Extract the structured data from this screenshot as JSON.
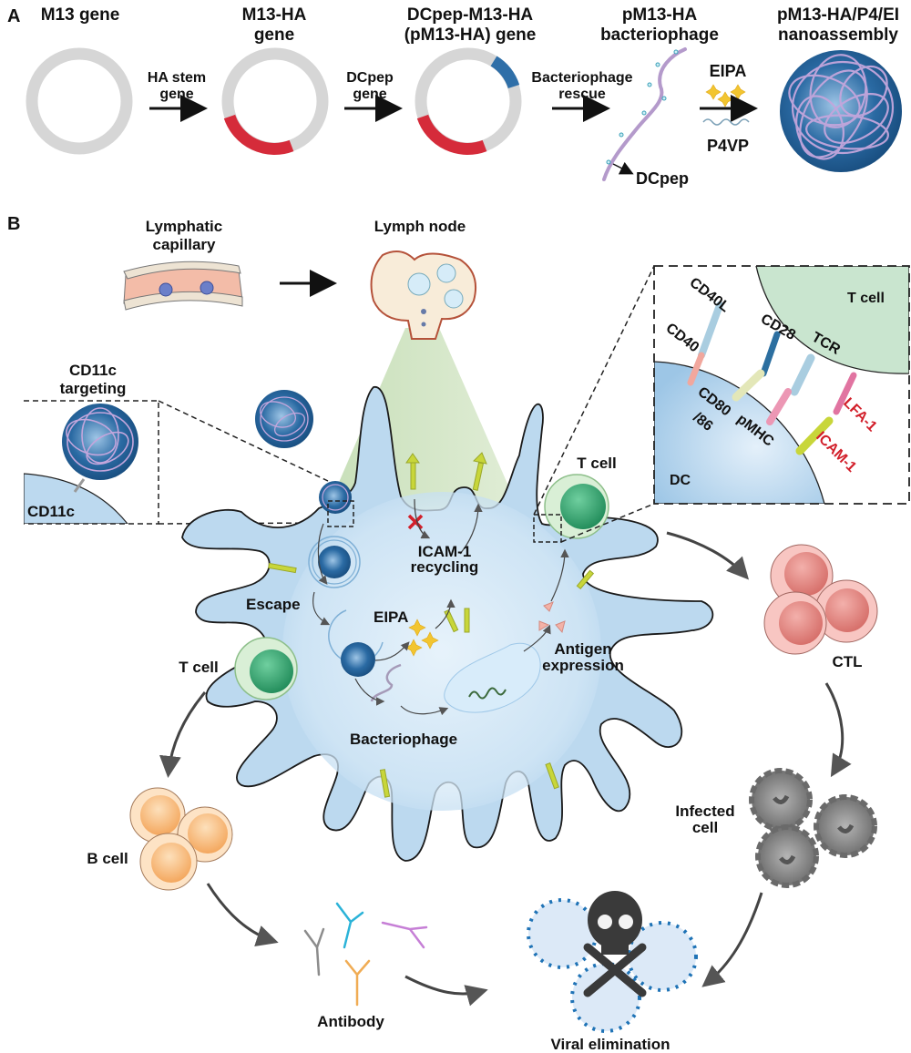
{
  "panel_a": {
    "letter": "A",
    "steps": [
      {
        "title_lines": [
          "M13 gene"
        ]
      },
      {
        "title_lines": [
          "M13-HA",
          "gene"
        ]
      },
      {
        "title_lines": [
          "DCpep-M13-HA",
          "(pM13-HA) gene"
        ]
      },
      {
        "title_lines": [
          "pM13-HA",
          "bacteriophage"
        ]
      },
      {
        "title_lines": [
          "pM13-HA/P4/EI",
          "nanoassembly"
        ]
      }
    ],
    "arrows": [
      {
        "label_lines": [
          "HA stem",
          "gene"
        ]
      },
      {
        "label_lines": [
          "DCpep",
          "gene"
        ]
      },
      {
        "label_lines": [
          "Bacteriophage",
          "rescue"
        ]
      },
      {
        "label_top": "EIPA",
        "label_bottom": "P4VP"
      }
    ],
    "dcpep_pointer": "DCpep"
  },
  "panel_b": {
    "letter": "B",
    "lymphatic_capillary": [
      "Lymphatic",
      "capillary"
    ],
    "lymph_node": "Lymph node",
    "cd11c_targeting": [
      "CD11c",
      "targeting"
    ],
    "cd11c": "CD11c",
    "inset": {
      "t_cell": "T cell",
      "dc": "DC",
      "receptors": {
        "cd40l": "CD40L",
        "cd40": "CD40",
        "cd28": "CD28",
        "tcr": "TCR",
        "cd80": "CD80",
        "cd86": "/86",
        "pmhc": "pMHC",
        "lfa1": "LFA-1",
        "icam1": "ICAM-1"
      }
    },
    "dc_labels": {
      "icam_recycling": [
        "ICAM-1",
        "recycling"
      ],
      "escape": "Escape",
      "eipa": "EIPA",
      "antigen_expression": [
        "Antigen",
        "expression"
      ],
      "bacteriophage": "Bacteriophage"
    },
    "t_cell_top": "T cell",
    "t_cell_left": "T cell",
    "ctl": "CTL",
    "infected_cell": [
      "Infected",
      "cell"
    ],
    "b_cell": "B cell",
    "antibody": "Antibody",
    "viral_elimination": "Viral elimination"
  },
  "colors": {
    "plasmid_gray": "#d9d9d9",
    "ha_red": "#d52b3a",
    "dcpep_blue": "#2f6fa8",
    "phage_purple": "#b49acb",
    "nano_blue": "#1f5f96",
    "dc_blue": "#bcd9ef",
    "tcell_green": "#2f9a6a",
    "ctl_pink": "#e98c88",
    "bcell_orange": "#f6b26b",
    "infected_gray": "#6f6f6f",
    "icam_yellow": "#c8d63a",
    "label_red": "#d21f2a"
  }
}
